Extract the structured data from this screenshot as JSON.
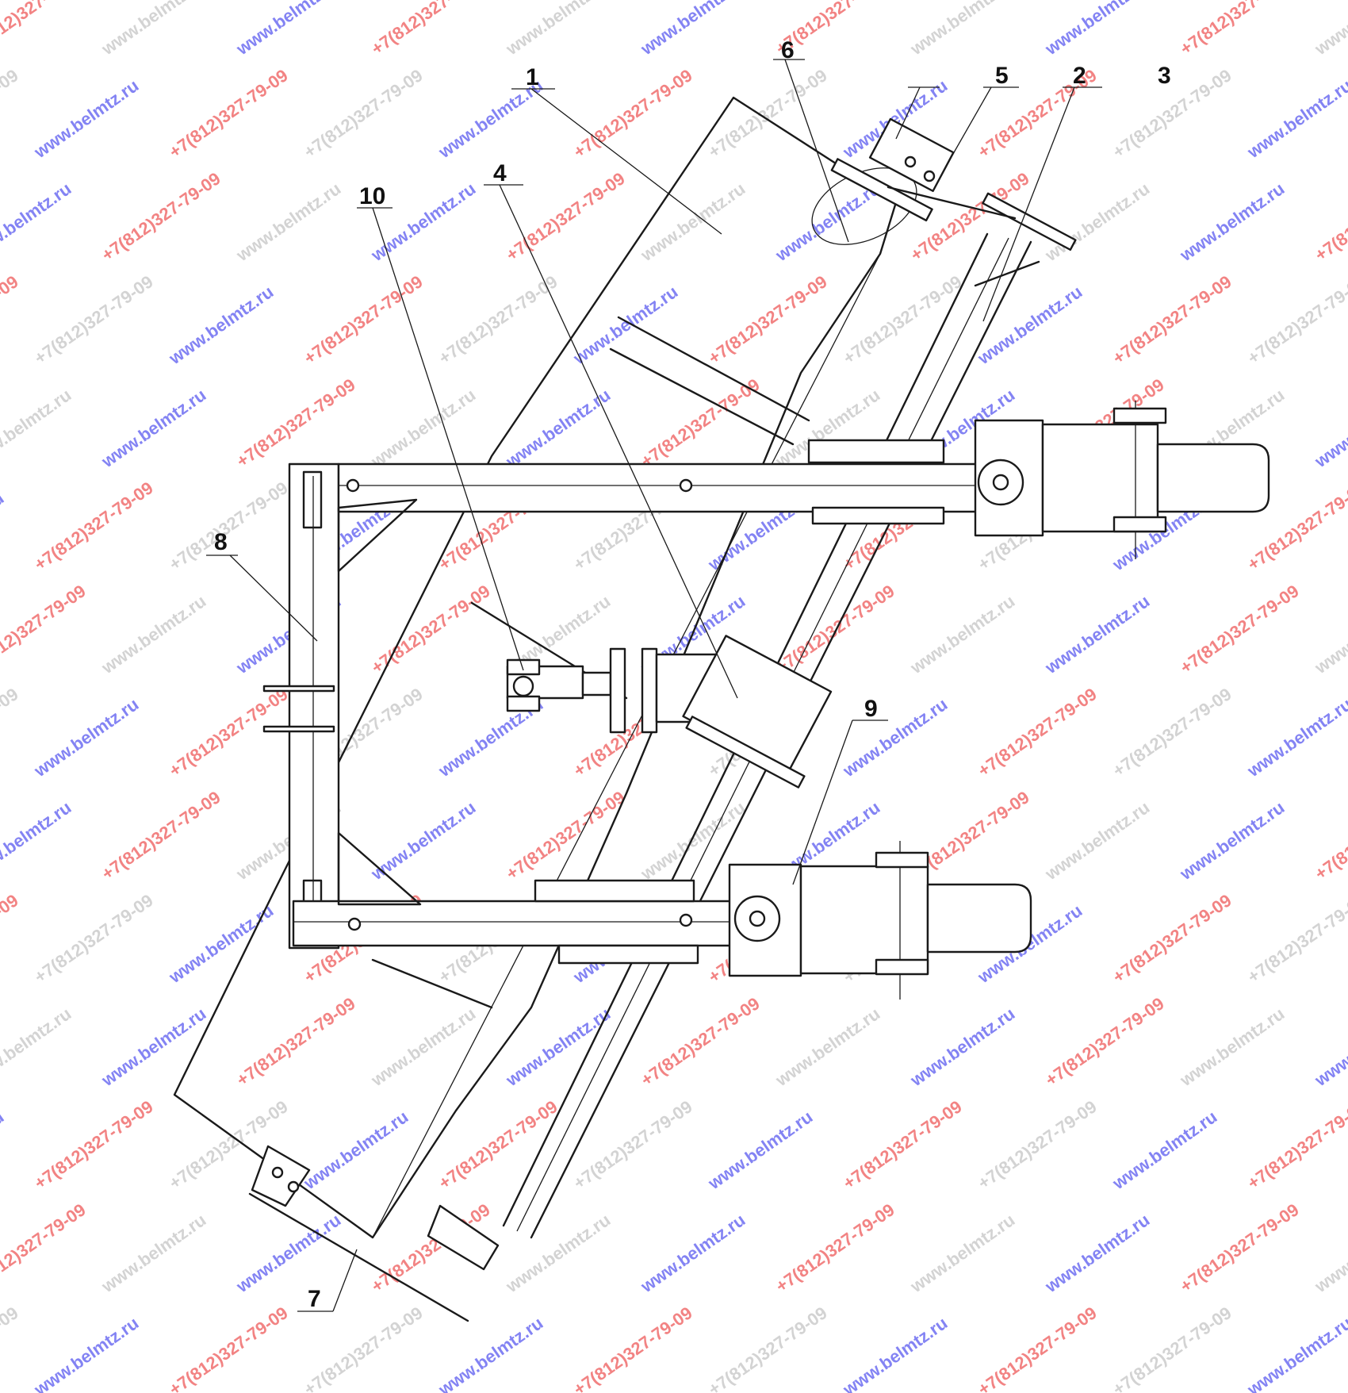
{
  "callouts": {
    "c1": "1",
    "c2": "2",
    "c3": "3",
    "c4": "4",
    "c5": "5",
    "c6": "6",
    "c7": "7",
    "c8": "8",
    "c9": "9",
    "c10": "10"
  },
  "watermark": {
    "site": "www.belmtz.ru",
    "phone": "+7(812)327-79-09",
    "site_color": "#5a5af0",
    "phone_color": "#ee5a5a",
    "faint_color": "#c9c9c9"
  },
  "colors": {
    "line": "#1a1a1a",
    "background": "#ffffff"
  }
}
